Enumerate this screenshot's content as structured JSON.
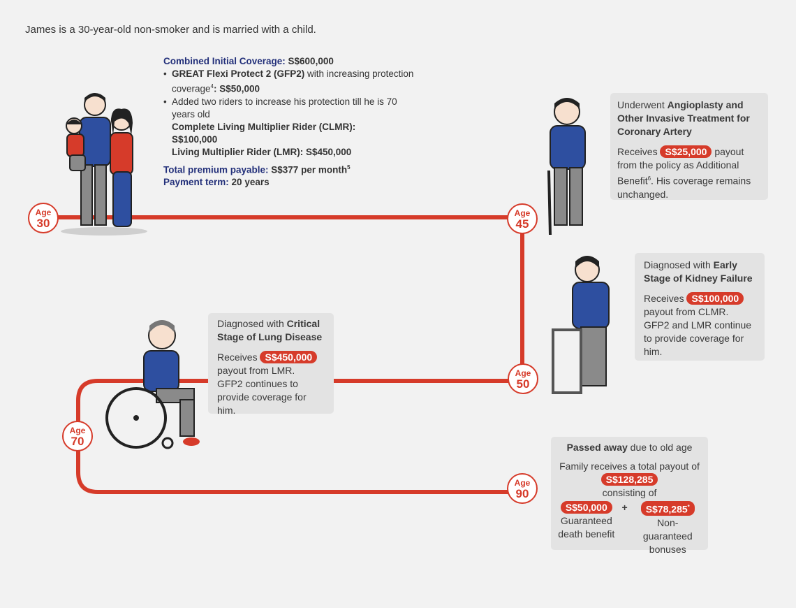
{
  "intro": "James is a 30-year-old non-smoker and is married with a child.",
  "plan": {
    "coverage_label": "Combined Initial Coverage:",
    "coverage_value": " S$600,000",
    "b1_name": "GREAT Flexi Protect 2 (GFP2)",
    "b1_text": " with increasing protection coverage",
    "b1_sup": "4",
    "b1_value": ": S$50,000",
    "b2_text": "Added two riders to increase his protection till he is 70 years old",
    "clmr_line1": "Complete Living Multiplier Rider (CLMR):",
    "clmr_line2": "S$100,000",
    "lmr_line": "Living Multiplier Rider (LMR): S$450,000",
    "premium_label": "Total premium payable:",
    "premium_value": " S$377 per month",
    "premium_sup": "5",
    "term_label": "Payment term:",
    "term_value": " 20 years"
  },
  "ages": {
    "label": "Age",
    "a30": "30",
    "a45": "45",
    "a50": "50",
    "a70": "70",
    "a90": "90"
  },
  "event45": {
    "prefix": "Underwent ",
    "bold": "Angioplasty and Other Invasive Treatment for Coronary Artery",
    "receives": "Receives",
    "amount": "S$25,000",
    "text1": " payout from the policy as Additional Benefit",
    "sup": "6",
    "text2": ". His coverage remains unchanged."
  },
  "event50": {
    "prefix": "Diagnosed with ",
    "bold": "Early Stage of Kidney Failure",
    "receives": "Receives",
    "amount": "S$100,000",
    "text1": "payout from CLMR.",
    "text2": "GFP2 and LMR continue to provide coverage for him."
  },
  "event70": {
    "prefix": "Diagnosed with ",
    "bold": "Critical Stage of Lung Disease",
    "receives": "Receives",
    "amount": "S$450,000",
    "text1": "payout from LMR.",
    "text2": "GFP2 continues to provide coverage for him."
  },
  "event90": {
    "bold": "Passed away",
    "suffix": " due to old age",
    "family": "Family receives a total payout of",
    "total": "S$128,285",
    "consisting": "consisting of",
    "amount1": "S$50,000",
    "plus": "+",
    "amount2": "S$78,285",
    "amount2_sup": "*",
    "label1": "Guaranteed death benefit",
    "label2": "Non-guaranteed bonuses"
  },
  "colors": {
    "accent": "#d63b2a",
    "navy": "#23307a",
    "card": "#e3e3e3",
    "background": "#f2f2f2"
  }
}
